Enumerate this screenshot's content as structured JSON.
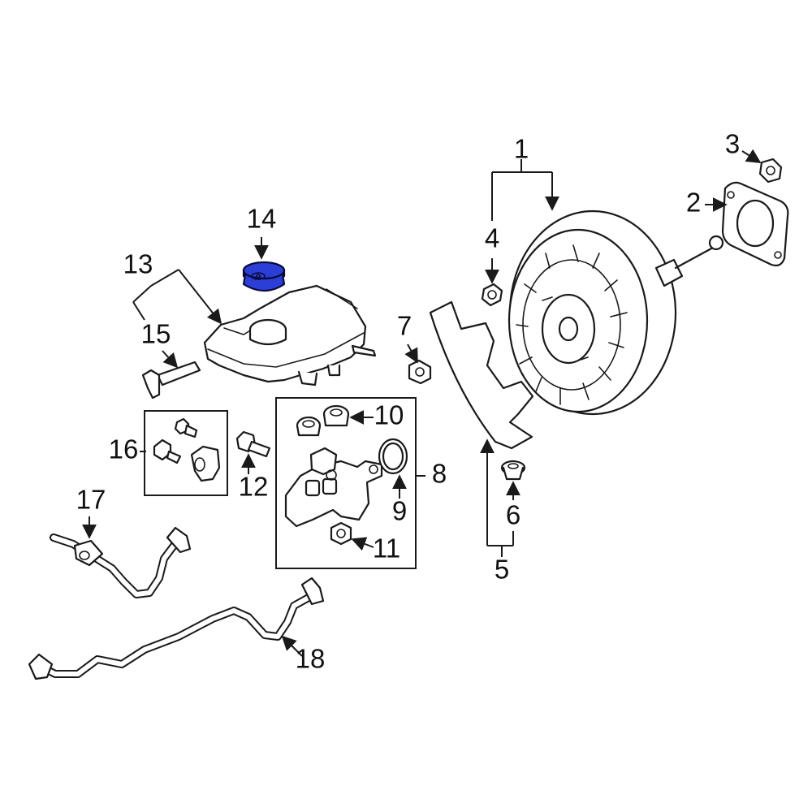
{
  "colors": {
    "highlight": "#2b3fd6",
    "line": "#1a1a1a",
    "background": "#ffffff"
  },
  "callouts": [
    "1",
    "2",
    "3",
    "4",
    "5",
    "6",
    "7",
    "8",
    "9",
    "10",
    "11",
    "12",
    "13",
    "14",
    "15",
    "16",
    "17",
    "18"
  ],
  "highlighted_part": "14"
}
